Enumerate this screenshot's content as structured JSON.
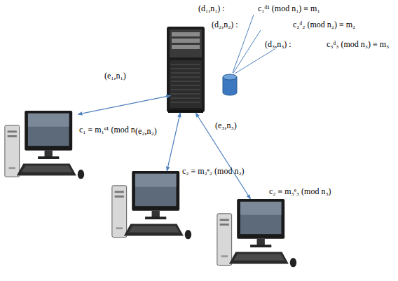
{
  "diagram": {
    "nodes": [
      {
        "text": []
      },
      {
        "text": [
          "c₁ ≡ m₁ᵉ¹ (mod n₁)"
        ]
      },
      {
        "text": [
          "c₂ ≡ m₂ᵉ₂ (mod n₂)"
        ]
      },
      {
        "text": [
          "c₂ ≡ m₃ᵉ₃ (mod n₃)"
        ]
      }
    ],
    "edges": [
      {
        "from": 0,
        "to": 1,
        "arrow": "both",
        "label": "(e₁,n₁)"
      },
      {
        "from": 0,
        "to": 2,
        "arrow": "both",
        "label": "(e₂,n₂)"
      },
      {
        "from": 0,
        "to": 3,
        "arrow": "both",
        "label": "(e₃,n₃)"
      }
    ],
    "labels": [
      "(d₁,n₁) :",
      "c₁ᵈ¹ (mod n₁) ≡ m₁",
      "(d₂,n₂) :",
      "c₂ᵈ₂ (mod n₂) ≡ m₂",
      "(d₃,n₃) :",
      "c₃ᵈ₃ (mod n₃) ≡ m₃"
    ]
  }
}
